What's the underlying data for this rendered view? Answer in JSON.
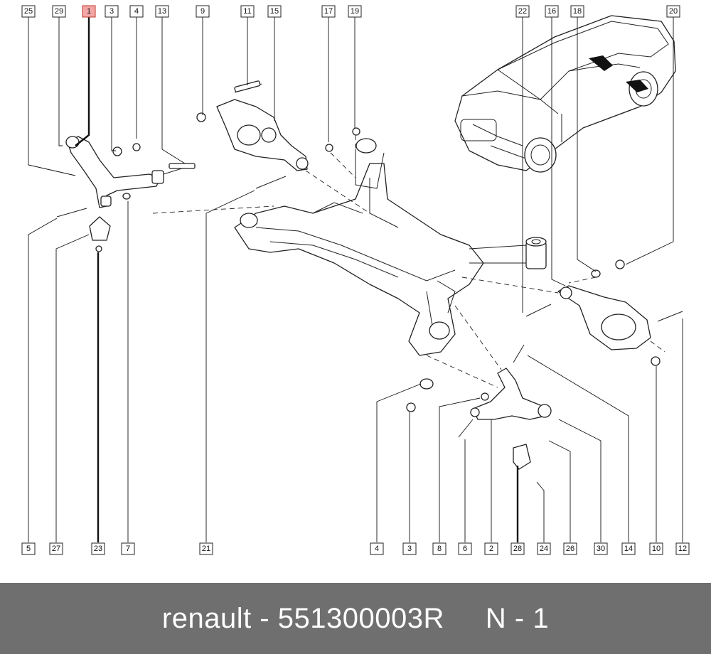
{
  "callouts": {
    "top": [
      "25",
      "29",
      "1",
      "3",
      "4",
      "13",
      "9",
      "11",
      "15",
      "17",
      "19",
      "22",
      "16",
      "18",
      "20"
    ],
    "bottom": [
      "5",
      "27",
      "23",
      "7",
      "21",
      "4",
      "3",
      "8",
      "6",
      "2",
      "28",
      "24",
      "26",
      "30",
      "14",
      "10",
      "12"
    ],
    "highlighted": "1"
  },
  "footer": {
    "text": "renault - 551300003R     N - 1"
  },
  "colors": {
    "highlight_fill": "#f4a6a6",
    "highlight_stroke": "#c0392b",
    "footer_bg": "#6f6f6f"
  }
}
